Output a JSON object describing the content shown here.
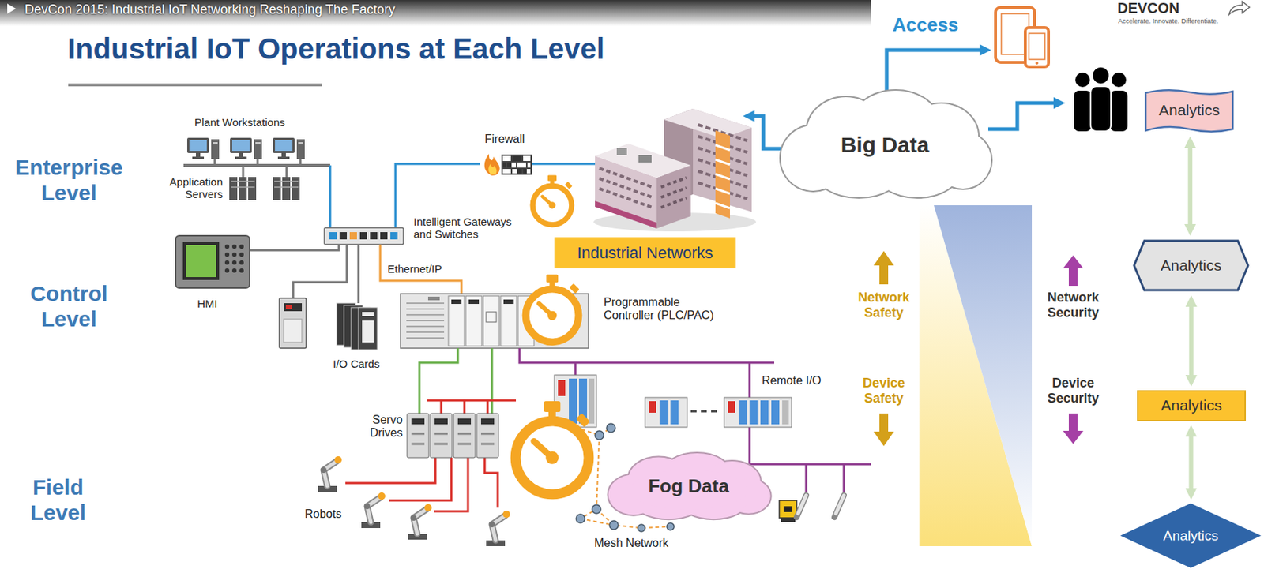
{
  "diagram": {
    "title": "Industrial IoT Operations at Each Level",
    "nodes": [
      {
        "text": [
          "Big Data"
        ]
      },
      {
        "text": [
          "Analytics"
        ]
      },
      {
        "text": [
          "Industrial Networks"
        ]
      },
      {
        "text": [
          "Analytics"
        ]
      },
      {
        "text": [
          "Analytics"
        ]
      },
      {
        "text": [
          "Fog Data"
        ]
      },
      {
        "text": [
          "Analytics"
        ]
      }
    ],
    "edges": [
      {
        "from": 1,
        "to": 3,
        "arrow": "both"
      },
      {
        "from": 3,
        "to": 4,
        "arrow": "both"
      },
      {
        "from": 4,
        "to": 6,
        "arrow": "both"
      }
    ],
    "labels": [
      "DevCon 2015: Industrial IoT Networking Reshaping The Factory",
      "DEVCON",
      "Accelerate. Innovate. Differentiate.",
      "Access",
      "Plant Workstations",
      "Firewall",
      "Enterprise Level",
      "Application Servers",
      "Intelligent Gateways and Switches",
      "Ethernet/IP",
      "Control Level",
      "HMI",
      "Programmable Controller (PLC/PAC)",
      "Network Safety",
      "Network Security",
      "I/O Cards",
      "Remote I/O",
      "Device Safety",
      "Device Security",
      "Servo Drives",
      "Field Level",
      "Robots",
      "Mesh Network"
    ]
  }
}
